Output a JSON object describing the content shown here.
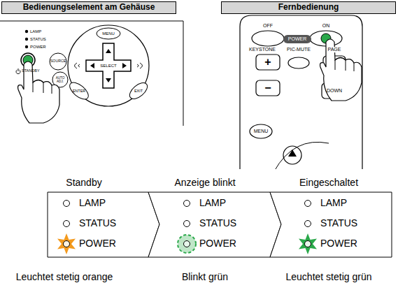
{
  "diagram": {
    "nodes": [
      {
        "text": [
          "Bedienungselement am Gehäuse"
        ]
      },
      {
        "text": [
          "Fernbedienung"
        ]
      },
      {
        "text": [
          "Standby",
          "LAMP",
          "STATUS",
          "POWER",
          "Leuchtet stetig orange"
        ]
      },
      {
        "text": [
          "Anzeige blinkt",
          "LAMP",
          "STATUS",
          "POWER",
          "Blinkt grün"
        ]
      },
      {
        "text": [
          "Eingeschaltet",
          "LAMP",
          "STATUS",
          "POWER",
          "Leuchtet stetig grün"
        ]
      }
    ],
    "labels": [
      "LAMP",
      "STATUS",
      "POWER",
      "STANDBY",
      "SOURCE",
      "AUTO ADJ.",
      "MENU",
      "SELECT",
      "ENTER",
      "EXIT",
      "OFF",
      "ON",
      "POWER",
      "KEYSTONE",
      "PIC-MUTE",
      "PAGE",
      "+",
      "−",
      "DOWN",
      "MENU"
    ]
  }
}
